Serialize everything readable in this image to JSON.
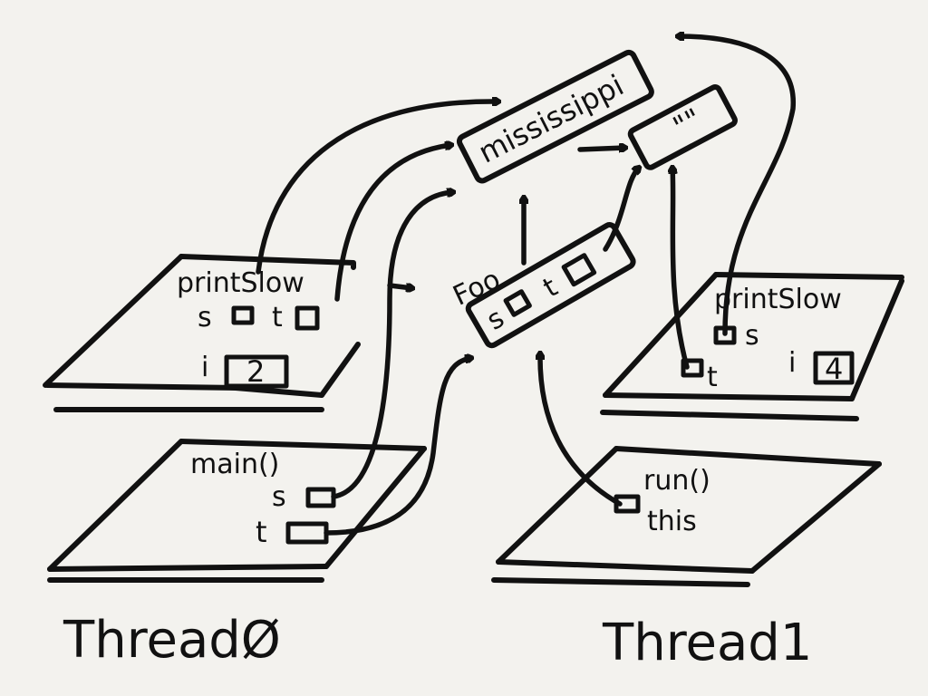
{
  "threads": [
    {
      "label": "ThreadØ",
      "frames": [
        {
          "name": "printSlow",
          "vars": [
            "s",
            "t"
          ],
          "locals": [
            {
              "name": "i",
              "value": "2"
            }
          ]
        },
        {
          "name": "main()",
          "vars": [
            "s",
            "t"
          ]
        }
      ]
    },
    {
      "label": "Thread1",
      "frames": [
        {
          "name": "printSlow",
          "vars": [
            "s",
            "t"
          ],
          "locals": [
            {
              "name": "i",
              "value": "4"
            }
          ]
        },
        {
          "name": "run()",
          "vars": [
            "this"
          ]
        }
      ]
    }
  ],
  "heap": {
    "string_mississippi": "mississippi",
    "string_empty": "\"\"",
    "object": {
      "type": "Foo",
      "fields": [
        "s",
        "t"
      ]
    }
  },
  "colors": {
    "ink": "#111111",
    "paper": "#f3f2ee"
  }
}
